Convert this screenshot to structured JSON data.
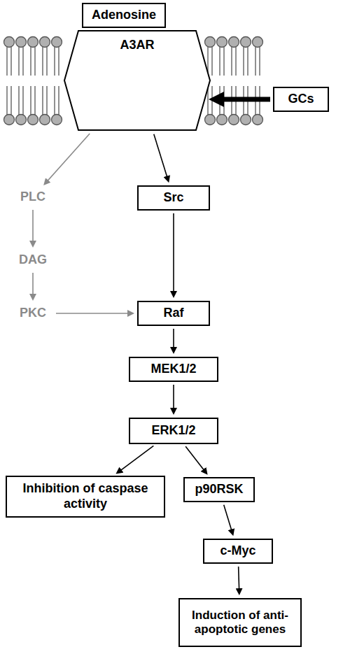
{
  "diagram": {
    "nodes": [
      {
        "text": [
          "Adenosine"
        ]
      },
      {
        "text": [
          "A3AR"
        ]
      },
      {
        "text": [
          "GCs"
        ]
      },
      {
        "text": [
          "PLC"
        ]
      },
      {
        "text": [
          "Src"
        ]
      },
      {
        "text": [
          "DAG"
        ]
      },
      {
        "text": [
          "PKC"
        ]
      },
      {
        "text": [
          "Raf"
        ]
      },
      {
        "text": [
          "MEK1/2"
        ]
      },
      {
        "text": [
          "ERK1/2"
        ]
      },
      {
        "text": [
          "Inhibition of caspase activity"
        ]
      },
      {
        "text": [
          "p90RSK"
        ]
      },
      {
        "text": [
          "c-Myc"
        ]
      },
      {
        "text": [
          "Induction of anti-apoptotic genes"
        ]
      }
    ],
    "edges": [
      {
        "from": 1,
        "to": 3,
        "arrow": "to"
      },
      {
        "from": 1,
        "to": 4,
        "arrow": "to"
      },
      {
        "from": 2,
        "to": 1,
        "arrow": "to"
      },
      {
        "from": 3,
        "to": 5,
        "arrow": "to"
      },
      {
        "from": 5,
        "to": 6,
        "arrow": "to"
      },
      {
        "from": 6,
        "to": 7,
        "arrow": "to"
      },
      {
        "from": 4,
        "to": 7,
        "arrow": "to"
      },
      {
        "from": 7,
        "to": 8,
        "arrow": "to"
      },
      {
        "from": 8,
        "to": 9,
        "arrow": "to"
      },
      {
        "from": 9,
        "to": 10,
        "arrow": "to"
      },
      {
        "from": 9,
        "to": 11,
        "arrow": "to"
      },
      {
        "from": 11,
        "to": 12,
        "arrow": "to"
      },
      {
        "from": 12,
        "to": 13,
        "arrow": "to"
      }
    ]
  }
}
